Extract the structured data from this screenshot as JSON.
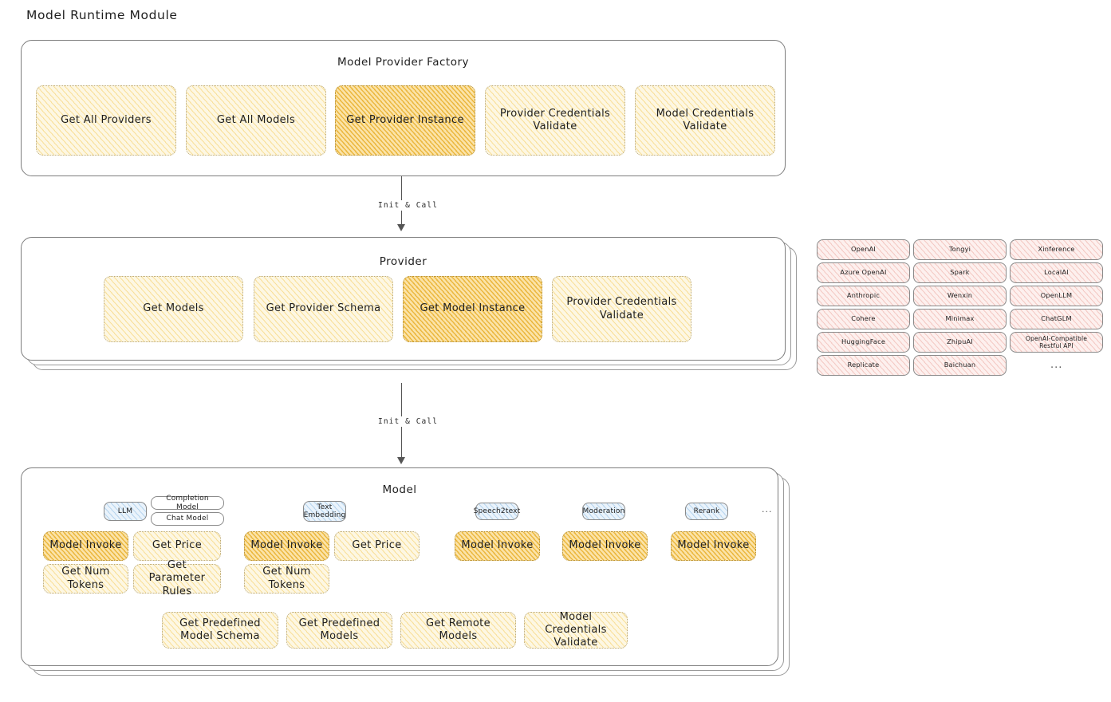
{
  "page": {
    "title": "Model Runtime Module"
  },
  "factory_panel": {
    "title": "Model Provider Factory",
    "boxes": [
      {
        "label": "Get All Providers",
        "highlighted": false
      },
      {
        "label": "Get All Models",
        "highlighted": false
      },
      {
        "label": "Get Provider Instance",
        "highlighted": true
      },
      {
        "label": "Provider Credentials Validate",
        "highlighted": false
      },
      {
        "label": "Model Credentials Validate",
        "highlighted": false
      }
    ]
  },
  "arrow_one": {
    "label": "Init & Call"
  },
  "provider_panel": {
    "title": "Provider",
    "boxes": [
      {
        "label": "Get Models",
        "highlighted": false
      },
      {
        "label": "Get Provider Schema",
        "highlighted": false
      },
      {
        "label": "Get Model Instance",
        "highlighted": true
      },
      {
        "label": "Provider Credentials Validate",
        "highlighted": false
      }
    ]
  },
  "provider_list": {
    "column_one": [
      "OpenAI",
      "Azure OpenAI",
      "Anthropic",
      "Cohere",
      "HuggingFace",
      "Replicate"
    ],
    "column_two": [
      "Tongyi",
      "Spark",
      "Wenxin",
      "Minimax",
      "ZhipuAI",
      "Baichuan"
    ],
    "column_three": [
      "Xinference",
      "LocalAI",
      "OpenLLM",
      "ChatGLM",
      "OpenAI-Compatible Restful API"
    ],
    "more": "..."
  },
  "arrow_two": {
    "label": "Init & Call"
  },
  "model_panel": {
    "title": "Model",
    "more": "...",
    "types": [
      {
        "tag": "LLM",
        "subtags": [
          "Completion Model",
          "Chat Model"
        ],
        "methods": [
          {
            "label": "Model Invoke",
            "highlighted": true
          },
          {
            "label": "Get Price",
            "highlighted": false
          },
          {
            "label": "Get Num Tokens",
            "highlighted": false
          },
          {
            "label": "Get Parameter Rules",
            "highlighted": false
          }
        ]
      },
      {
        "tag": "Text Embedding",
        "subtags": [],
        "methods": [
          {
            "label": "Model Invoke",
            "highlighted": true
          },
          {
            "label": "Get Price",
            "highlighted": false
          },
          {
            "label": "Get Num Tokens",
            "highlighted": false
          }
        ]
      },
      {
        "tag": "Speech2text",
        "subtags": [],
        "methods": [
          {
            "label": "Model Invoke",
            "highlighted": true
          }
        ]
      },
      {
        "tag": "Moderation",
        "subtags": [],
        "methods": [
          {
            "label": "Model Invoke",
            "highlighted": true
          }
        ]
      },
      {
        "tag": "Rerank",
        "subtags": [],
        "methods": [
          {
            "label": "Model Invoke",
            "highlighted": true
          }
        ]
      }
    ],
    "shared_methods": [
      "Get Predefined Model Schema",
      "Get Predefined Models",
      "Get Remote Models",
      "Model Credentials Validate"
    ]
  },
  "colors": {
    "highlight_fill": "#fbe3a8",
    "light_fill": "#fdf7e3",
    "rose_fill": "#fdf0ee",
    "blue_fill": "#eaf3fb",
    "stroke": "#7d7d7d",
    "text": "#1e1e1e"
  }
}
